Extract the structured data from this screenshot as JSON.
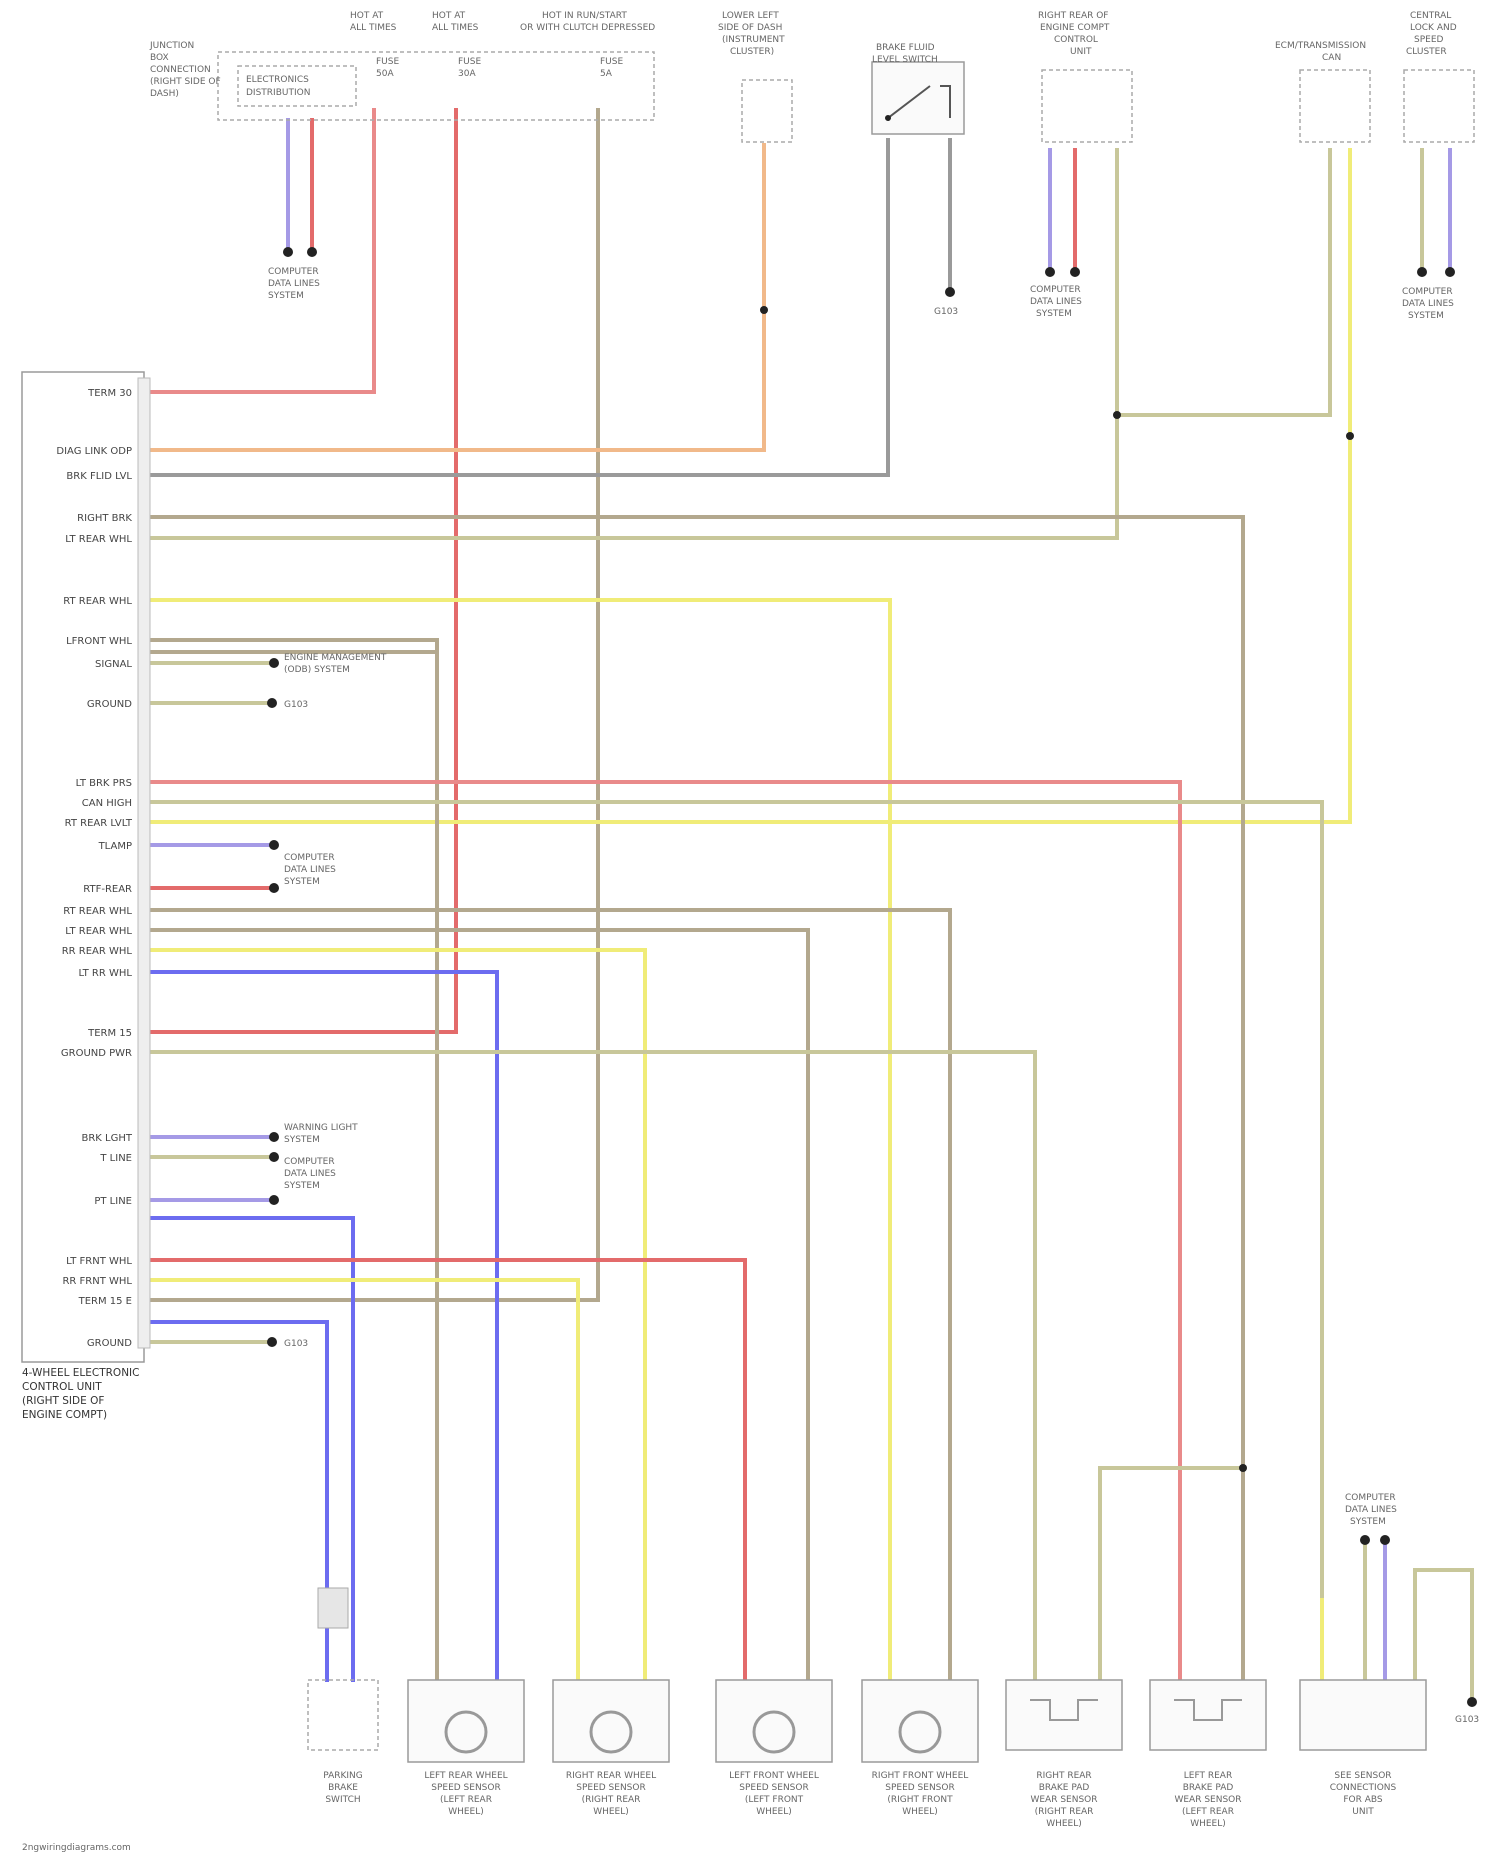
{
  "diagram": {
    "watermark": "2ngwiringdiagrams.com",
    "module": {
      "caption": [
        "4-WHEEL ELECTRONIC",
        "CONTROL UNIT",
        "(RIGHT SIDE OF",
        "ENGINE COMPT)"
      ],
      "pins": [
        "TERM 30",
        "DIAG LINK ODP",
        "BRK FLID LVL",
        "RIGHT BRK",
        "LT REAR WHL",
        "RT REAR WHL",
        "LFRONT WHL",
        "SIGNAL",
        "GROUND",
        "LT BRK PRS",
        "CAN HIGH",
        "RT REAR LVLT",
        "TLAMP",
        "RTF-REAR",
        "RT REAR WHL",
        "LT REAR WHL",
        "RR REAR WHL",
        "LT RR WHL",
        "TERM 15",
        "GROUND PWR",
        "BRK LGHT",
        "T LINE",
        "PT LINE",
        "LT FRNT WHL",
        "RR FRNT WHL",
        "TERM 15 E",
        "GROUND"
      ]
    },
    "top_components": {
      "junction": [
        "JUNCTION",
        "BOX",
        "CONNECTION",
        "(RIGHT SIDE OF",
        "DASH)"
      ],
      "fuse_header_1": [
        "HOT AT",
        "ALL TIMES"
      ],
      "fuse_header_2": [
        "HOT AT",
        "ALL TIMES"
      ],
      "fuse_header_3": [
        "HOT IN RUN/START",
        "OR WITH CLUTCH DEPRESSED"
      ],
      "fuse_1": [
        "FUSE",
        "50A"
      ],
      "fuse_2": [
        "FUSE",
        "30A"
      ],
      "fuse_3": [
        "FUSE",
        "5A"
      ],
      "distribution": [
        "ELECTRONICS",
        "DISTRIBUTION"
      ],
      "left_ground": [
        "COMPUTER",
        "DATA LINES",
        "SYSTEM"
      ],
      "lamp_module": [
        "LOWER LEFT",
        "SIDE OF DASH",
        "(INSTRUMENT",
        "CLUSTER)"
      ],
      "brake_switch": [
        "BRAKE FLUID",
        "LEVEL SWITCH"
      ],
      "brake_ground": "G103",
      "engine_unit": [
        "RIGHT REAR OF",
        "ENGINE COMPT",
        "CONTROL",
        "UNIT"
      ],
      "engine_ground": [
        "COMPUTER",
        "DATA LINES",
        "SYSTEM"
      ],
      "mid_module": [
        "ECM/TRANSMISSION",
        "CAN"
      ],
      "right_module": [
        "CENTRAL",
        "LOCK AND",
        "SPEED",
        "CLUSTER"
      ],
      "right_ground": [
        "COMPUTER",
        "DATA LINES",
        "SYSTEM"
      ]
    },
    "splices": {
      "s1": [
        "ENGINE MANAGEMENT",
        "(ODB) SYSTEM"
      ],
      "s2": "G103",
      "s3": [
        "COMPUTER",
        "DATA LINES",
        "SYSTEM"
      ],
      "s4": [
        "WARNING LIGHT",
        "SYSTEM"
      ],
      "s5": [
        "COMPUTER",
        "DATA LINES",
        "SYSTEM"
      ],
      "s6": "G103"
    },
    "bottom_components": [
      [
        "PARKING",
        "BRAKE",
        "SWITCH"
      ],
      [
        "LEFT REAR WHEEL",
        "SPEED SENSOR",
        "(LEFT REAR",
        "WHEEL)"
      ],
      [
        "RIGHT REAR WHEEL",
        "SPEED SENSOR",
        "(RIGHT REAR",
        "WHEEL)"
      ],
      [
        "LEFT FRONT WHEEL",
        "SPEED SENSOR",
        "(LEFT FRONT",
        "WHEEL)"
      ],
      [
        "RIGHT FRONT WHEEL",
        "SPEED SENSOR",
        "(RIGHT FRONT",
        "WHEEL)"
      ],
      [
        "RIGHT REAR",
        "BRAKE PAD",
        "WEAR SENSOR",
        "(RIGHT REAR",
        "WHEEL)"
      ],
      [
        "LEFT REAR",
        "BRAKE PAD",
        "WEAR SENSOR",
        "(LEFT REAR",
        "WHEEL)"
      ],
      [
        "SEE SENSOR",
        "CONNECTIONS",
        "FOR ABS",
        "UNIT"
      ]
    ],
    "bottom_ground": [
      "COMPUTER",
      "DATA LINES",
      "SYSTEM"
    ],
    "bottom_ground_g": "G103",
    "colors": {
      "red": "#e36b6b",
      "pink": "#e98a8a",
      "brown": "#b3a88e",
      "olive": "#c8c79a",
      "yellow": "#f0ec78",
      "blue": "#6c6cf0",
      "purple": "#a59ae6",
      "orange": "#f1b98a",
      "grey": "#9a9a9a"
    }
  }
}
